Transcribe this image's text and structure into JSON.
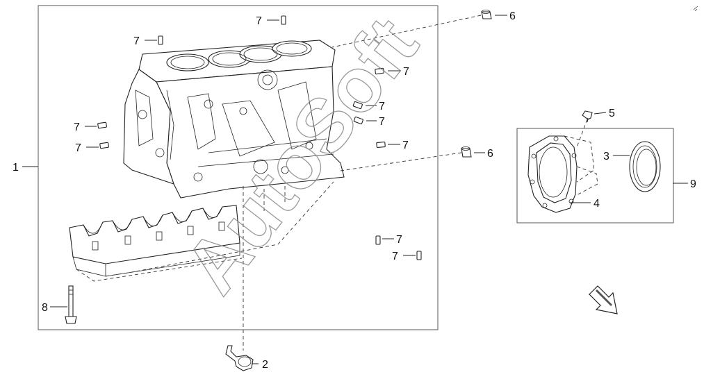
{
  "watermark": "AutoSoft",
  "colors": {
    "line": "#222222",
    "watermark_stroke": "#888888",
    "background": "#ffffff"
  },
  "callouts": {
    "c1": "1",
    "c2": "2",
    "c3": "3",
    "c4": "4",
    "c5": "5",
    "c6a": "6",
    "c6b": "6",
    "c7a": "7",
    "c7b": "7",
    "c7c": "7",
    "c7d": "7",
    "c7e": "7",
    "c7f": "7",
    "c7g": "7",
    "c7h": "7",
    "c7i": "7",
    "c7j": "7",
    "c8": "8",
    "c9": "9"
  },
  "icons": {
    "direction_arrow": "front-direction-arrow-icon"
  }
}
